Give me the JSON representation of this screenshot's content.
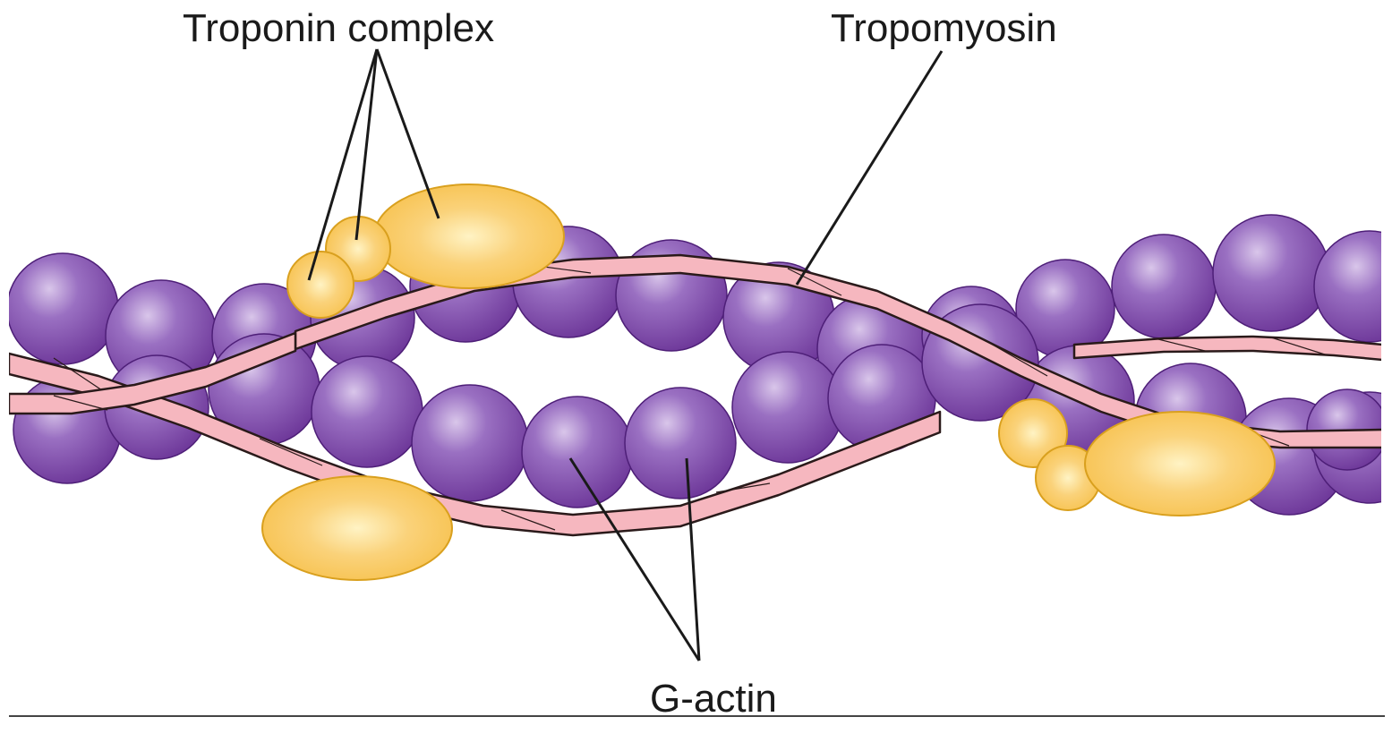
{
  "labels": {
    "troponin": "Troponin complex",
    "tropomyosin": "Tropomyosin",
    "gactin": "G-actin"
  },
  "colors": {
    "actin": "#6a3396",
    "actin_highlight": "#d9c6ea",
    "actin_outline": "#4e1f78",
    "tropomyosin": "#f6b7bf",
    "tropomyosin_outline": "#2a1a1a",
    "troponin": "#f7c04a",
    "troponin_highlight": "#fff3c4",
    "troponin_outline": "#d9a01e",
    "leader_line": "#1a1a1a"
  },
  "icons": {
    "actin_bead": "purple-sphere",
    "troponin_subunit": "yellow-ellipse"
  }
}
